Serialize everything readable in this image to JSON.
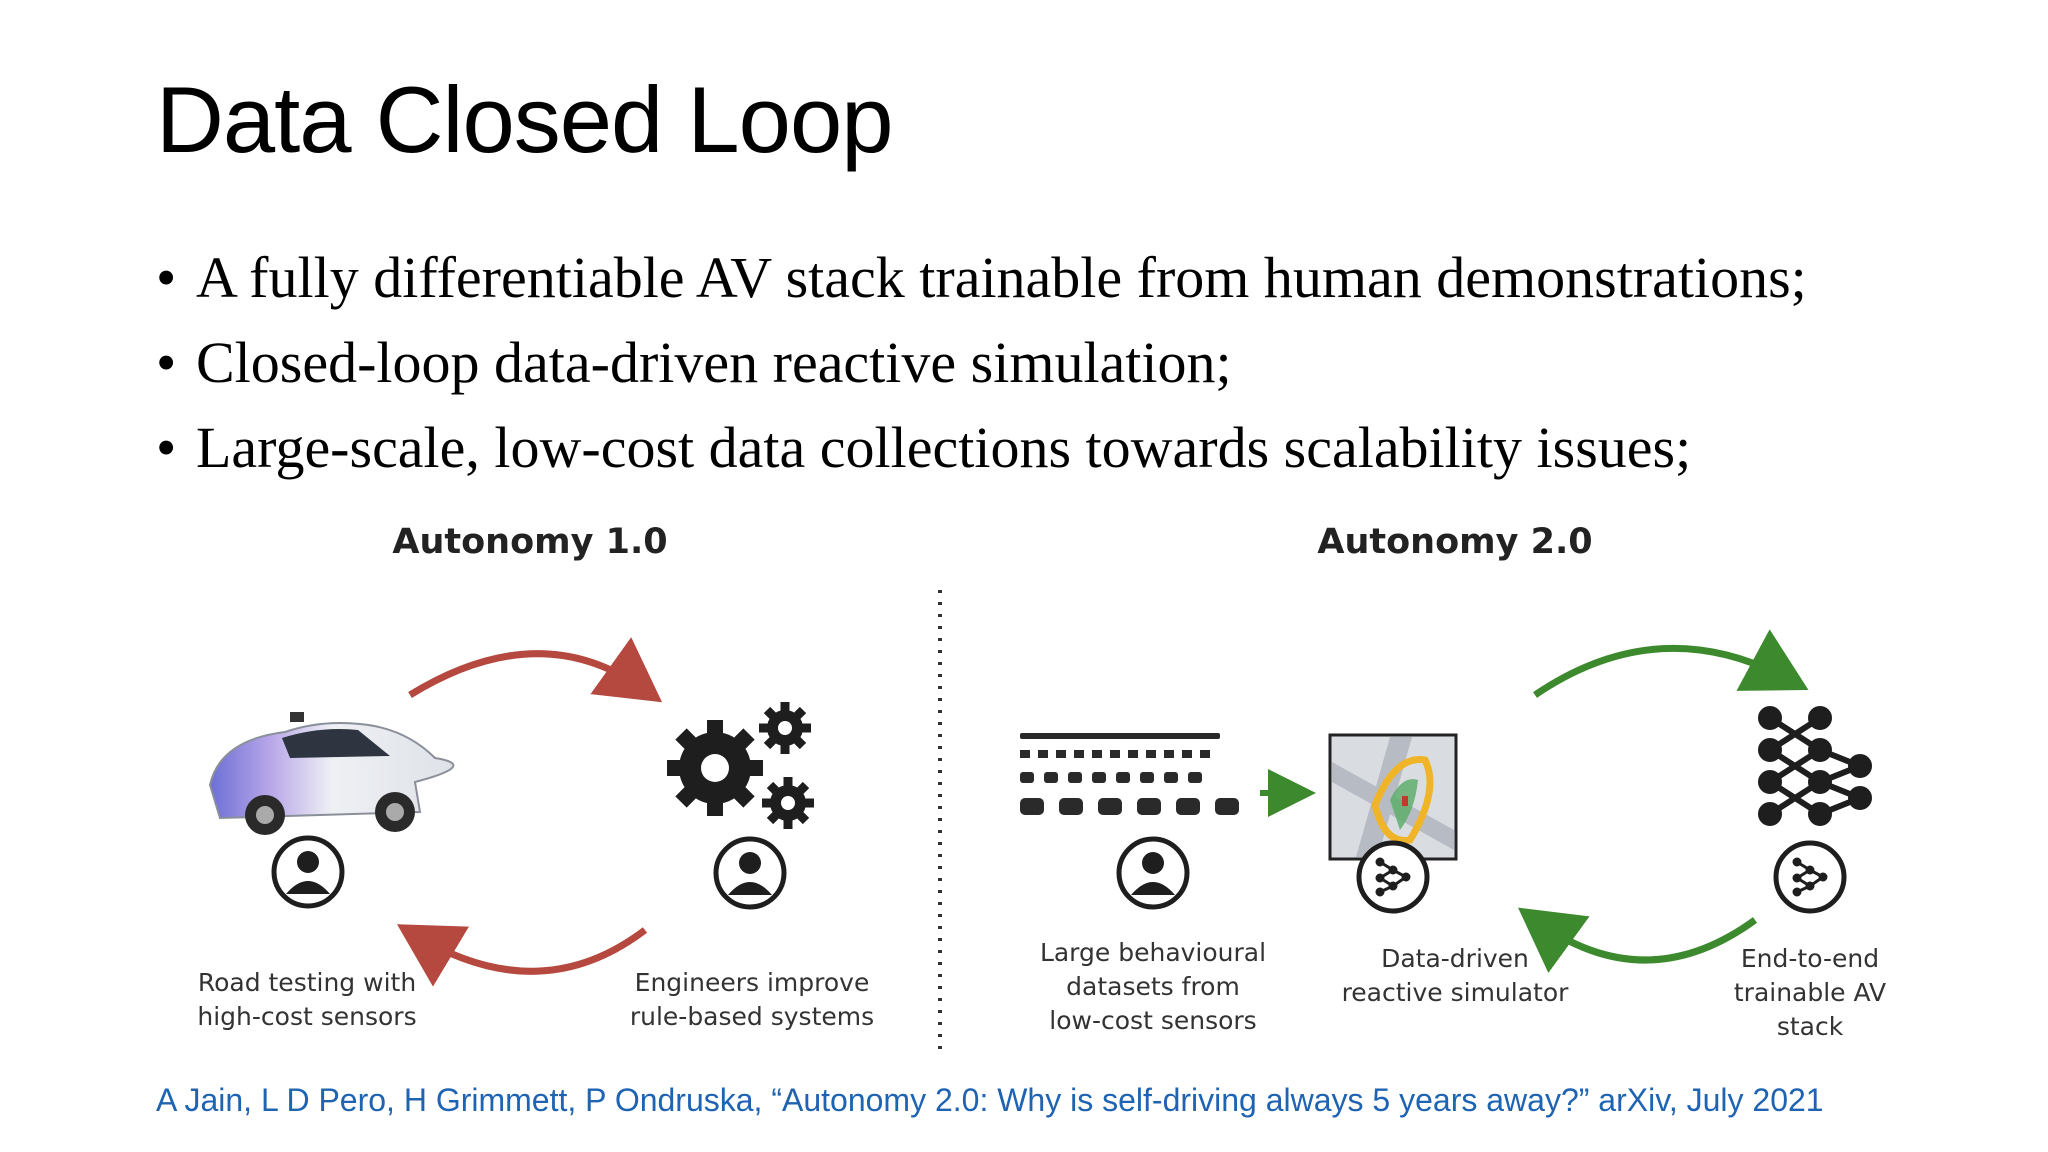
{
  "slide": {
    "title": "Data Closed Loop",
    "bullets": [
      "A fully differentiable AV stack trainable from human demonstrations;",
      "Closed-loop data-driven reactive simulation;",
      "Large-scale, low-cost data collections towards scalability issues;"
    ],
    "bullet_glyph": "•",
    "citation": "A Jain, L D Pero, H Grimmett, P Ondruska, “Autonomy 2.0: Why is self-driving always 5 years away?” arXiv, July 2021"
  },
  "figure": {
    "autonomy1": {
      "heading": "Autonomy 1.0",
      "caption_left": "Road testing with\nhigh-cost sensors",
      "caption_right": "Engineers improve\nrule-based systems",
      "arrow_color": "#b5483f",
      "icons": [
        "car-icon",
        "gears-icon",
        "person-icon",
        "person-icon"
      ]
    },
    "autonomy2": {
      "heading": "Autonomy 2.0",
      "caption_datasets": "Large behavioural\ndatasets from\nlow-cost sensors",
      "caption_simulator": "Data-driven\nreactive simulator",
      "caption_stack": "End-to-end\ntrainable AV\nstack",
      "arrow_color": "#3d8a2e",
      "icons": [
        "car-fleet-icon",
        "simulator-map-icon",
        "neural-network-icon",
        "person-icon",
        "network-badge-icon"
      ]
    }
  }
}
